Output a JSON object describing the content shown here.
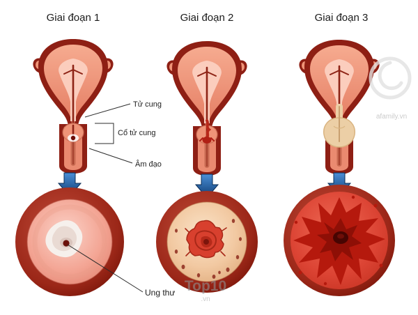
{
  "headers": {
    "stage1": "Giai đoạn 1",
    "stage2": "Giai đoạn 2",
    "stage3": "Giai đoạn 3"
  },
  "annotations": {
    "uterus": "Tử cung",
    "cervix": "Cổ tử cung",
    "vagina": "Âm đạo",
    "cancer": "Ung thư"
  },
  "watermarks": {
    "site": "afamily.vn",
    "brand": "Top10",
    "brand_suffix": ".vn"
  },
  "colors": {
    "background": "#ffffff",
    "maroon_outer": "#8e1f14",
    "wall_salmon": "#ef9478",
    "cavity_pink": "#fbcdbd",
    "arrow_blue": "#1d5a9e",
    "stage1_closeup_inner": "#f3a493",
    "stage2_closeup_inner": "#f2c9a2",
    "stage3_closeup_inner": "#dc4434",
    "lesion_white": "#f6f0ec",
    "lesion_red": "#d8402e",
    "lesion_dark": "#8e0f06",
    "tumor_tan": "#eccfa6",
    "annotation_line": "#2b2b2b",
    "watermark_gray": "#8f8f8f"
  }
}
